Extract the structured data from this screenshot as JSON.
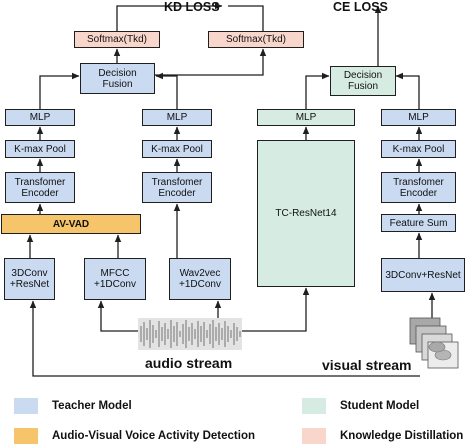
{
  "titles": {
    "kd_loss": "KD LOSS",
    "ce_loss": "CE LOSS"
  },
  "teacher": {
    "softmax": "Softmax(Tkd)",
    "decision_fusion": "Decision\nFusion",
    "left_branch": {
      "mlp": "MLP",
      "kmax": "K-max Pool",
      "encoder": "Transfomer\nEncoder"
    },
    "right_branch": {
      "mlp": "MLP",
      "kmax": "K-max Pool",
      "encoder": "Transfomer\nEncoder"
    },
    "av_vad": "AV-VAD",
    "conv3d_resnet": "3DConv\n+ResNet",
    "mfcc": "MFCC\n+1DConv",
    "wav2vec": "Wav2vec\n+1DConv"
  },
  "student": {
    "softmax": "Softmax(Tkd)",
    "decision_fusion": "Decision\nFusion",
    "audio_branch": {
      "mlp": "MLP",
      "tc_resnet": "TC-ResNet14"
    },
    "visual_branch": {
      "mlp": "MLP",
      "kmax": "K-max Pool",
      "encoder": "Transfomer\nEncoder",
      "feature_sum": "Feature Sum",
      "conv3d_resnet": "3DConv+ResNet"
    }
  },
  "streams": {
    "audio": "audio stream",
    "visual": "visual stream"
  },
  "legend": [
    {
      "key": "teacher",
      "label": "Teacher Model",
      "color": "#c9daf1"
    },
    {
      "key": "student",
      "label": "Student Model",
      "color": "#d6ece3"
    },
    {
      "key": "vad",
      "label": "Audio-Visual Voice Activity Detection",
      "color": "#f6c46a"
    },
    {
      "key": "kd",
      "label": "Knowledge Distillation",
      "color": "#f8d6cc"
    }
  ],
  "colors": {
    "teacher": "#c9daf1",
    "student": "#d6ece3",
    "vad": "#f6c46a",
    "kd": "#f8d6cc",
    "line": "#1f1f1f"
  }
}
